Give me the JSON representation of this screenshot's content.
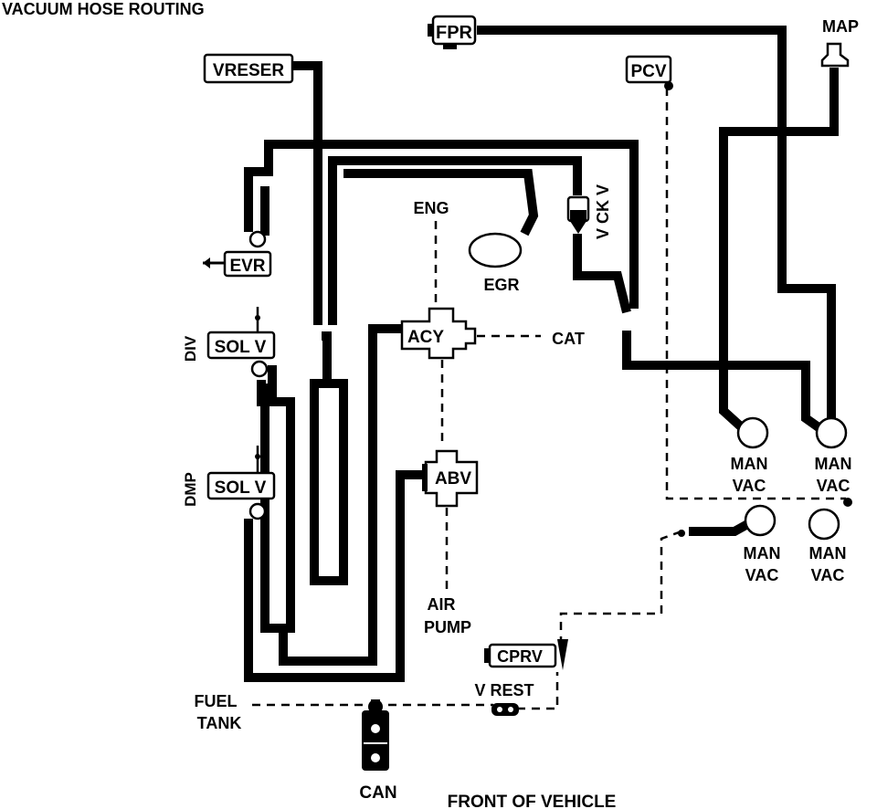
{
  "title": "VACUUM HOSE ROUTING",
  "footer": "FRONT OF VEHICLE",
  "components": {
    "fpr": "FPR",
    "map": "MAP",
    "vreser": "VRESER",
    "pcv": "PCV",
    "v_ck_v": "V CK V",
    "eng": "ENG",
    "egr": "EGR",
    "evr": "EVR",
    "div": "DIV",
    "sol_v_div": "SOL V",
    "acy": "ACY",
    "cat": "CAT",
    "dmp": "DMP",
    "sol_v_dmp": "SOL V",
    "abv": "ABV",
    "air_pump_1": "AIR",
    "air_pump_2": "PUMP",
    "man_vac_1a": "MAN",
    "man_vac_1b": "VAC",
    "man_vac_2a": "MAN",
    "man_vac_2b": "VAC",
    "man_vac_3a": "MAN",
    "man_vac_3b": "VAC",
    "man_vac_4a": "MAN",
    "man_vac_4b": "VAC",
    "cprv": "CPRV",
    "v_rest": "V REST",
    "fuel_tank_1": "FUEL",
    "fuel_tank_2": "TANK",
    "can": "CAN"
  }
}
